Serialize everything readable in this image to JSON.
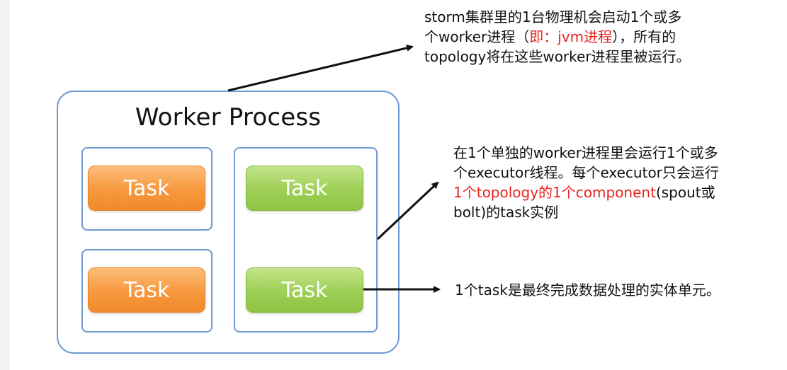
{
  "worker_process": {
    "title": "Worker Process",
    "tasks": [
      {
        "label": "Task",
        "color": "#f7983e"
      },
      {
        "label": "Task",
        "color": "#f7983e"
      },
      {
        "label": "Task",
        "color": "#9dcf55"
      },
      {
        "label": "Task",
        "color": "#9dcf55"
      }
    ]
  },
  "callouts": {
    "worker": {
      "line1": "storm集群里的1台物理机会启动1个或多",
      "line2_before": "个worker进程（",
      "line2_red": "即：jvm进程",
      "line2_after": "），所有的",
      "line3": "topology将在这些worker进程里被运行。"
    },
    "executor": {
      "line1": "在1个单独的worker进程里会运行1个或多",
      "line2": "个executor线程。每个executor只会运行",
      "line3_red": "1个topology的1个component",
      "line3_after": "(spout或",
      "line4": "bolt)的task实例"
    },
    "task": {
      "line1": "1个task是最终完成数据处理的实体单元。"
    }
  },
  "colors": {
    "box_border": "#6f9ad3",
    "highlight_red": "#e8221f",
    "task_orange": "#f7983e",
    "task_green": "#9dcf55"
  }
}
